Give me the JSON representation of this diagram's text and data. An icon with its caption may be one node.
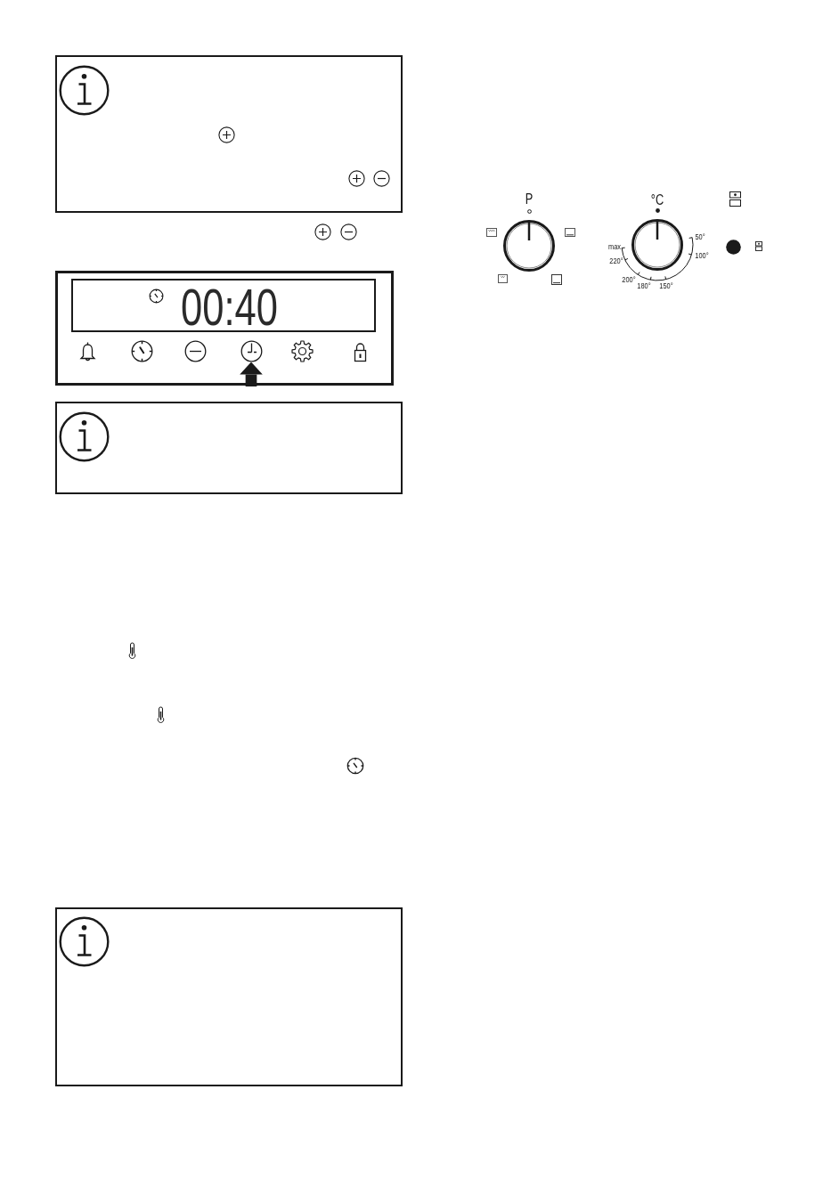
{
  "diagram": {
    "nodes": [
      {
        "text": [],
        "shape": "box"
      },
      {
        "text": [],
        "shape": "box"
      },
      {
        "text": [
          "00:40"
        ],
        "in": 1
      },
      {
        "text": [],
        "shape": "picture",
        "in": 1
      },
      {
        "text": [],
        "shape": "picture",
        "in": 1
      },
      {
        "text": [],
        "shape": "picture",
        "in": 1
      },
      {
        "text": [],
        "shape": "picture",
        "in": 1
      },
      {
        "text": [],
        "shape": "picture",
        "in": 1
      },
      {
        "text": [],
        "shape": "picture",
        "in": 1
      },
      {
        "text": [],
        "shape": "box"
      },
      {
        "text": [],
        "shape": "box"
      }
    ],
    "edges": [
      {
        "from": null,
        "to": 6,
        "arrow": "to"
      }
    ],
    "labels": [
      "P",
      "°C",
      "50°",
      "max",
      "100°",
      "220°",
      "200°",
      "180°",
      "150°"
    ]
  }
}
